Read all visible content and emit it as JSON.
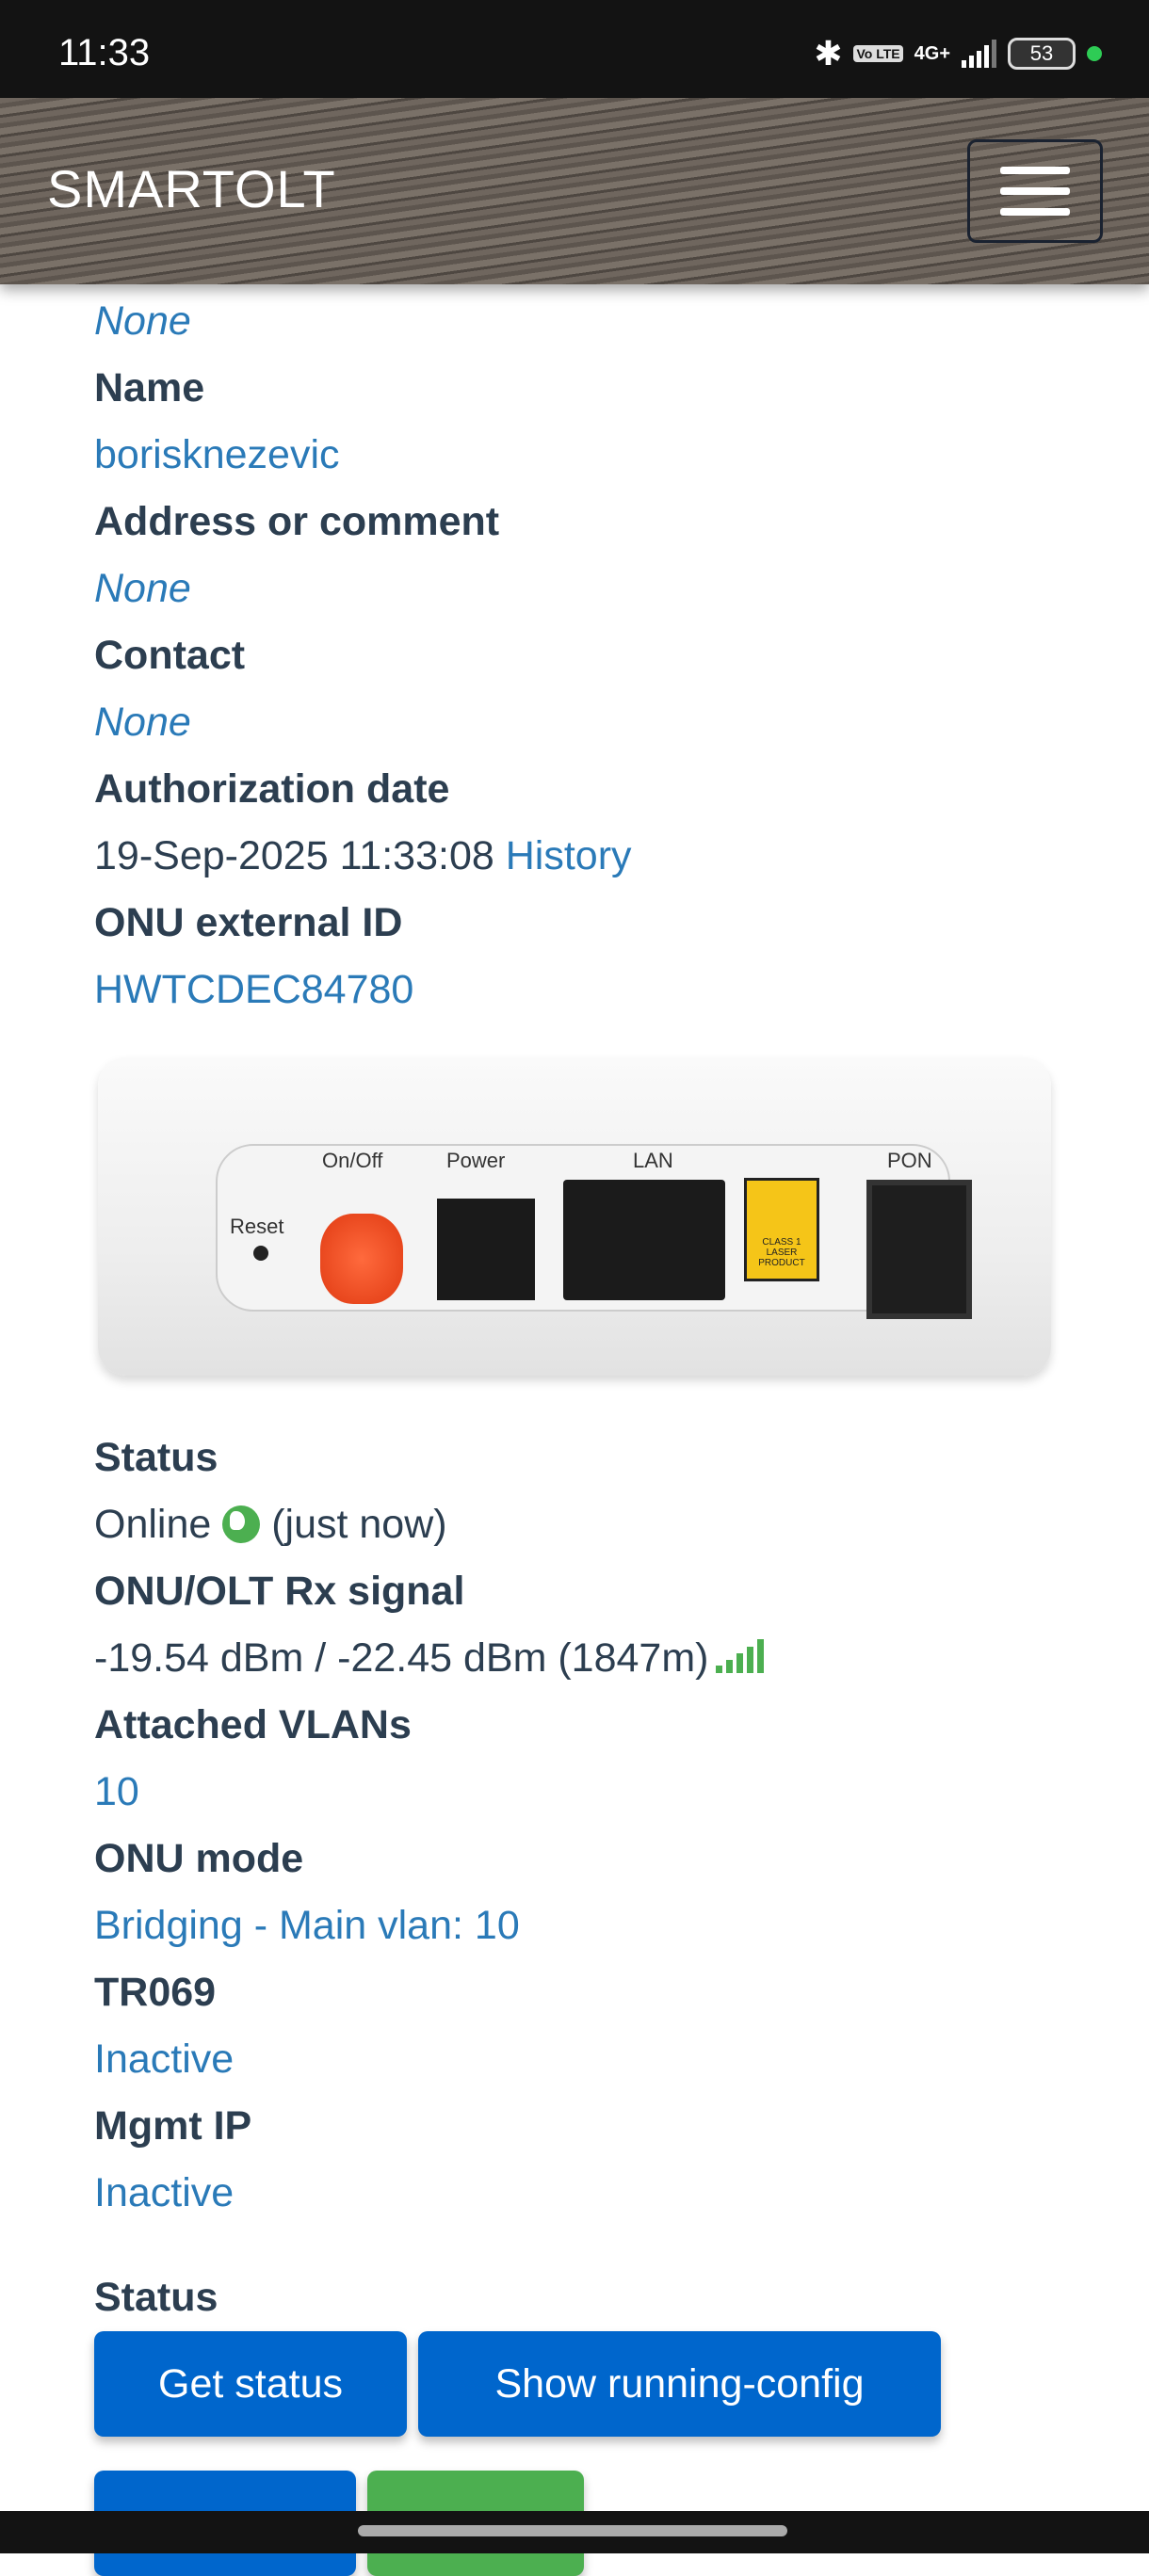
{
  "status_bar": {
    "time": "11:33",
    "volte": "Vo LTE",
    "network": "4G+",
    "battery": "53"
  },
  "header": {
    "brand": "SMARTOLT"
  },
  "details": [
    {
      "label": null,
      "value": "None",
      "style": "none"
    },
    {
      "label": "Name",
      "value": "borisknezevic",
      "style": "val"
    },
    {
      "label": "Address or comment",
      "value": "None",
      "style": "none"
    },
    {
      "label": "Contact",
      "value": "None",
      "style": "none"
    },
    {
      "label": "Authorization date",
      "value": "19-Sep-2025 11:33:08",
      "link": "History"
    },
    {
      "label": "ONU external ID",
      "value": "HWTCDEC84780",
      "style": "val"
    }
  ],
  "device": {
    "reset": "Reset",
    "onoff": "On/Off",
    "power": "Power",
    "lan": "LAN",
    "pon": "PON",
    "laser": "CLASS 1 LASER PRODUCT"
  },
  "status": {
    "label": "Status",
    "value": "Online",
    "since": "(just now)"
  },
  "signal": {
    "label": "ONU/OLT Rx signal",
    "value": "-19.54 dBm / -22.45 dBm (1847m)",
    "bars": 5
  },
  "vlans": {
    "label": "Attached VLANs",
    "value": "10"
  },
  "mode": {
    "label": "ONU mode",
    "value": "Bridging - Main vlan: 10"
  },
  "tr069": {
    "label": "TR069",
    "value": "Inactive"
  },
  "mgmt": {
    "label": "Mgmt IP",
    "value": "Inactive"
  },
  "actions": {
    "heading": "Status",
    "get_status": "Get status",
    "running_config": "Show running-config"
  },
  "colors": {
    "link": "#2a7ab8",
    "button": "#0066cc",
    "online": "#4caf50"
  }
}
